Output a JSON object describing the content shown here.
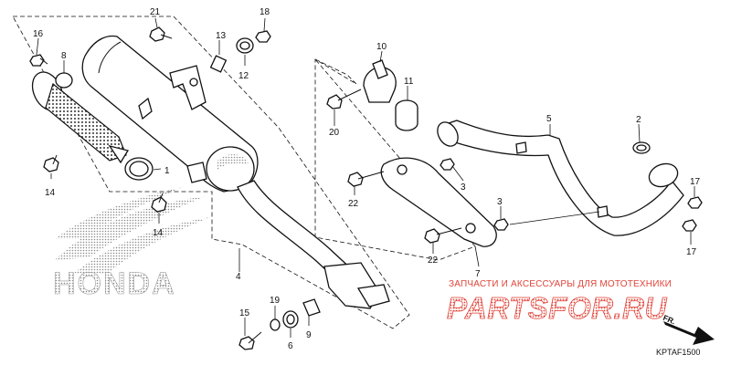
{
  "diagram": {
    "reference_code": "KPTAF1500",
    "direction_label": "FR.",
    "callouts": {
      "c1": "1",
      "c2": "2",
      "c3a": "3",
      "c3b": "3",
      "c4": "4",
      "c5": "5",
      "c6": "6",
      "c7": "7",
      "c8": "8",
      "c9": "9",
      "c10": "10",
      "c11": "11",
      "c12": "12",
      "c13": "13",
      "c14a": "14",
      "c14b": "14",
      "c15": "15",
      "c16": "16",
      "c17a": "17",
      "c17b": "17",
      "c18": "18",
      "c19": "19",
      "c20": "20",
      "c21": "21",
      "c22a": "22",
      "c22b": "22"
    }
  },
  "watermark": {
    "brand": "HONDA",
    "tagline": "ЗАПЧАСТИ И АКСЕССУАРЫ ДЛЯ МОТОТЕХНИКИ",
    "site": "PARTSFOR.RU",
    "colors": {
      "site_text": "#e0453a",
      "brand_dots": "#9a9a9a"
    }
  }
}
